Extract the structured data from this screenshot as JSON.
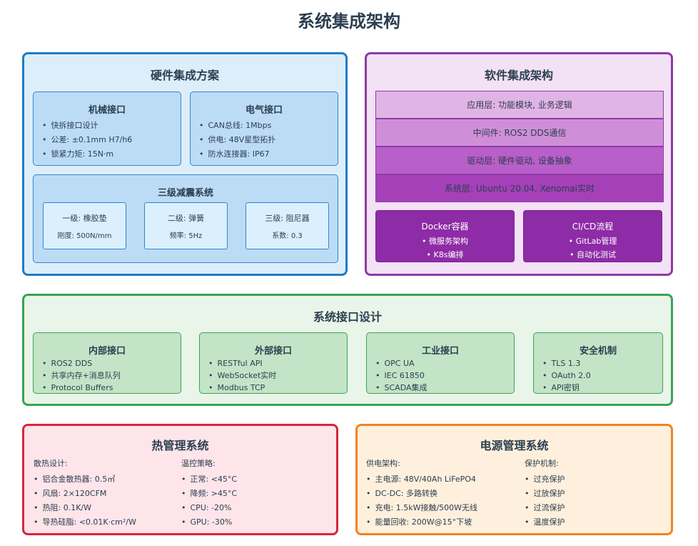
{
  "title": "系统集成架构",
  "hardware": {
    "title": "硬件集成方案",
    "mechanical": {
      "title": "机械接口",
      "items": [
        "快拆接口设计",
        "公差: ±0.1mm H7/h6",
        "锁紧力矩: 15N·m"
      ]
    },
    "electrical": {
      "title": "电气接口",
      "items": [
        "CAN总线: 1Mbps",
        "供电: 48V星型拓扑",
        "防水连接器: IP67"
      ]
    },
    "damping": {
      "title": "三级减震系统",
      "stages": [
        {
          "name": "一级: 橡胶垫",
          "value": "刚度: 500N/mm"
        },
        {
          "name": "二级: 弹簧",
          "value": "频率: 5Hz"
        },
        {
          "name": "三级: 阻尼器",
          "value": "系数: 0.3"
        }
      ]
    }
  },
  "software": {
    "title": "软件集成架构",
    "layers": [
      {
        "label": "应用层: 功能模块, 业务逻辑",
        "color": "#e0b4e6"
      },
      {
        "label": "中间件: ROS2 DDS通信",
        "color": "#cf8fd8"
      },
      {
        "label": "驱动层: 硬件驱动, 设备抽象",
        "color": "#b95fc9"
      },
      {
        "label": "系统层: Ubuntu 20.04, Xenomai实时",
        "color": "#a540b9"
      }
    ],
    "tools": [
      {
        "title": "Docker容器",
        "items": [
          "微服务架构",
          "K8s编排"
        ]
      },
      {
        "title": "CI/CD流程",
        "items": [
          "GitLab管理",
          "自动化测试"
        ]
      }
    ]
  },
  "interface": {
    "title": "系统接口设计",
    "boxes": [
      {
        "title": "内部接口",
        "items": [
          "ROS2 DDS",
          "共享内存+消息队列",
          "Protocol Buffers"
        ]
      },
      {
        "title": "外部接口",
        "items": [
          "RESTful API",
          "WebSocket实时",
          "Modbus TCP"
        ]
      },
      {
        "title": "工业接口",
        "items": [
          "OPC UA",
          "IEC 61850",
          "SCADA集成"
        ]
      },
      {
        "title": "安全机制",
        "items": [
          "TLS 1.3",
          "OAuth 2.0",
          "API密钥"
        ]
      }
    ]
  },
  "thermal": {
    "title": "热管理系统",
    "design": {
      "heading": "散热设计:",
      "items": [
        "铝合金散热器: 0.5㎡",
        "风扇: 2×120CFM",
        "热阻: 0.1K/W",
        "导热硅脂: <0.01K·cm²/W"
      ]
    },
    "strategy": {
      "heading": "温控策略:",
      "items": [
        "正常: <45°C",
        "降频: >45°C",
        "CPU: -20%",
        "GPU: -30%"
      ]
    }
  },
  "power": {
    "title": "电源管理系统",
    "supply": {
      "heading": "供电架构:",
      "items": [
        "主电源: 48V/40Ah LiFePO4",
        "DC-DC: 多路转换",
        "充电: 1.5kW接触/500W无线",
        "能量回收: 200W@15°下坡"
      ]
    },
    "protection": {
      "heading": "保护机制:",
      "items": [
        "过充保护",
        "过放保护",
        "过流保护",
        "温度保护"
      ]
    }
  }
}
